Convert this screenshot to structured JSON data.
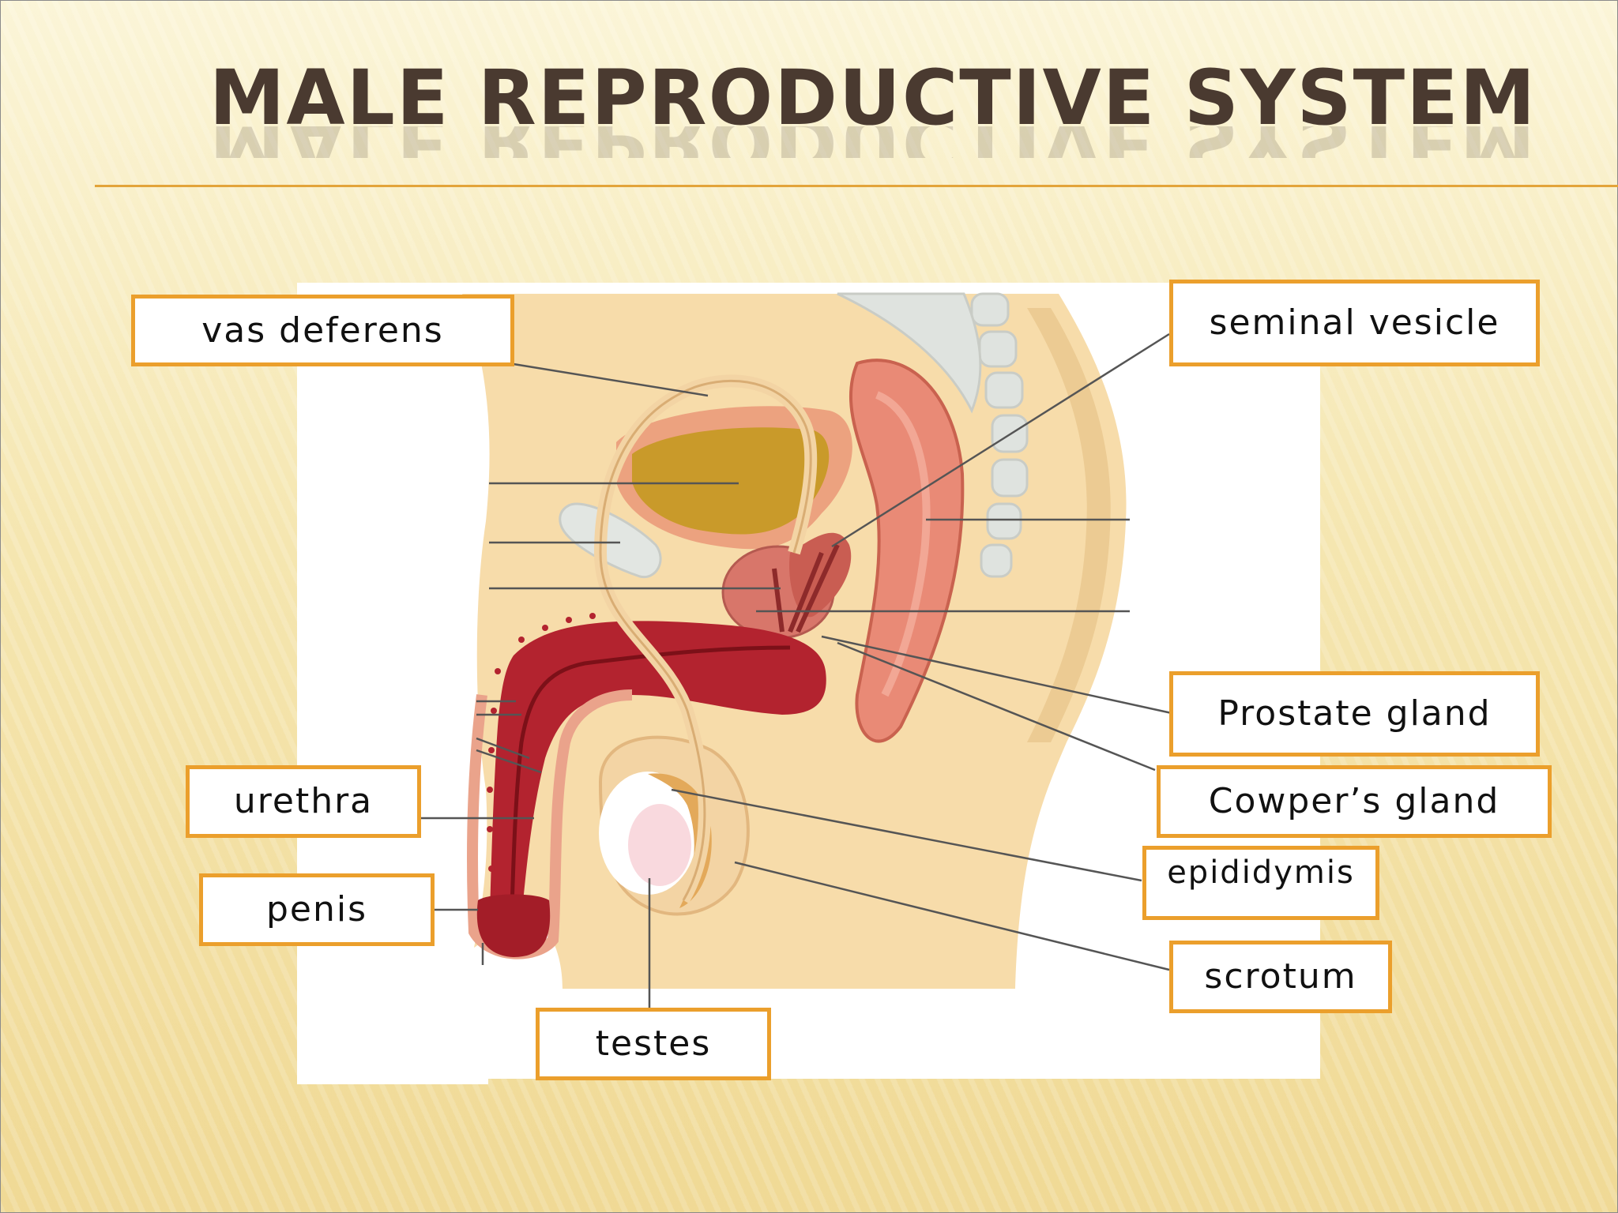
{
  "slide": {
    "title": "MALE REPRODUCTIVE SYSTEM"
  },
  "labels": {
    "vas_deferens": "vas deferens",
    "seminal_vesicle": "seminal vesicle",
    "prostate_gland": "Prostate gland",
    "cowpers_gland": "Cowper’s gland",
    "epididymis": "epididymis",
    "scrotum": "scrotum",
    "urethra": "urethra",
    "penis": "penis",
    "testes": "testes"
  },
  "colors": {
    "label_border": "#eb9f2c",
    "title": "#4a3a30",
    "rule": "#e3a43a"
  }
}
